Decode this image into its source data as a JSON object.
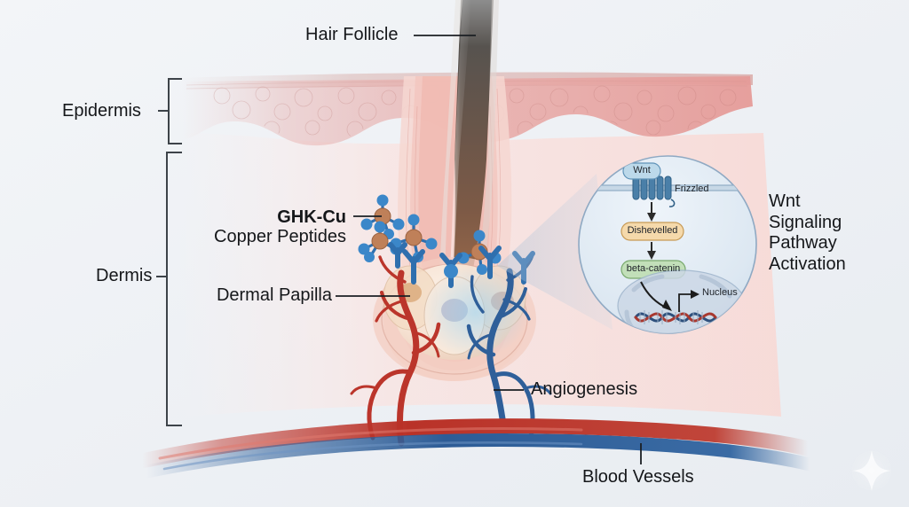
{
  "figure": {
    "background_color": "#eff1f4",
    "type": "anatomical-diagram",
    "subject": "GHK-Cu copper peptide action on hair follicle via Wnt signaling"
  },
  "labels": {
    "hair_follicle": "Hair Follicle",
    "epidermis": "Epidermis",
    "dermis": "Dermis",
    "ghk_cu": "GHK-Cu",
    "copper_peptides": "Copper Peptides",
    "dermal_papilla": "Dermal Papilla",
    "angiogenesis": "Angiogenesis",
    "blood_vessels": "Blood Vessels"
  },
  "callout": {
    "title_lines": [
      "Wnt",
      "Signaling",
      "Pathway",
      "Activation"
    ],
    "nodes": {
      "wnt": "Wnt",
      "frizzled": "Frizzled",
      "dishevelled": "Dishevelled",
      "beta_catenin": "beta-catenin",
      "nucleus": "Nucleus"
    },
    "node_colors": {
      "wnt": "#bcd9ea",
      "frizzled": "#4a7fa8",
      "dishevelled": "#f5d9ab",
      "beta_catenin": "#c2dfb9",
      "nucleus_body": "#ccd8e6",
      "dna_strand_a": "#2d4f7c",
      "dna_strand_b": "#a8382f"
    }
  },
  "palette": {
    "epidermis": "#e9b6b4",
    "dermis": "#f7dedb",
    "hair_shaft": "#4a3a33",
    "artery": "#c0392f",
    "vein": "#31629c",
    "copper_atom": "#bf8059",
    "peptide_atom": "#3b87c9",
    "receptor": "#2f6fae",
    "papilla": "#e2b98b",
    "label_text": "#15171a"
  }
}
